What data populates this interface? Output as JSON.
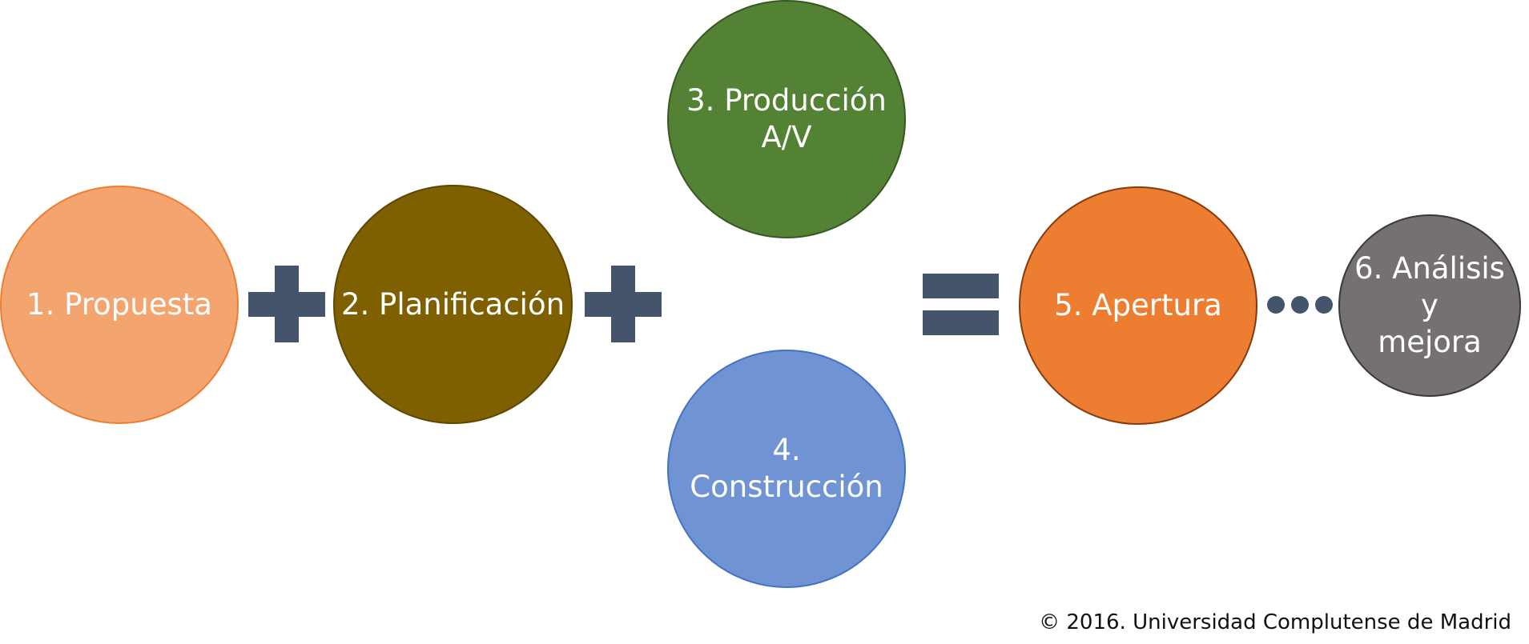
{
  "steps": [
    {
      "label": "1. Propuesta",
      "fill": "#f3a46f",
      "border": "#ed7d31"
    },
    {
      "label": "2. Planificación",
      "fill": "#7f6000",
      "border": "#5e4700"
    },
    {
      "label": "3. Producción\nA/V",
      "fill": "#548235",
      "border": "#385723"
    },
    {
      "label": "4. Construcción",
      "fill": "#6f93d3",
      "border": "#4472c4"
    },
    {
      "label": "5. Apertura",
      "fill": "#ed7d31",
      "border": "#843c0c"
    },
    {
      "label": "6. Análisis y\nmejora",
      "fill": "#767171",
      "border": "#3a3838"
    }
  ],
  "operators": {
    "plus_1": "plus-icon",
    "plus_2": "plus-icon",
    "equals": "equals-icon",
    "ellipsis": "ellipsis-icon",
    "color": "#44546a"
  },
  "footer": {
    "copyright": "© 2016. Universidad Complutense de Madrid"
  }
}
